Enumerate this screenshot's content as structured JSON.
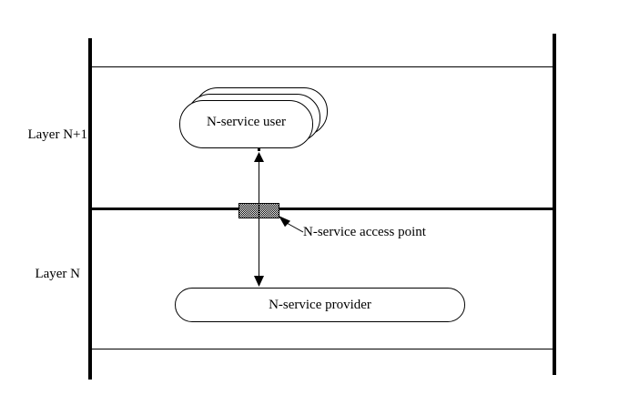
{
  "diagram": {
    "layers": {
      "upper_label": "Layer N+1",
      "lower_label": "Layer N"
    },
    "nodes": {
      "service_user": "N-service user",
      "service_provider": "N-service provider"
    },
    "annotations": {
      "access_point": "N-service access point"
    },
    "icons": {
      "access_point_marker": "checkered-rectangle",
      "connector": "double-headed-arrow"
    },
    "colors": {
      "line": "#000000",
      "background": "#ffffff"
    }
  }
}
